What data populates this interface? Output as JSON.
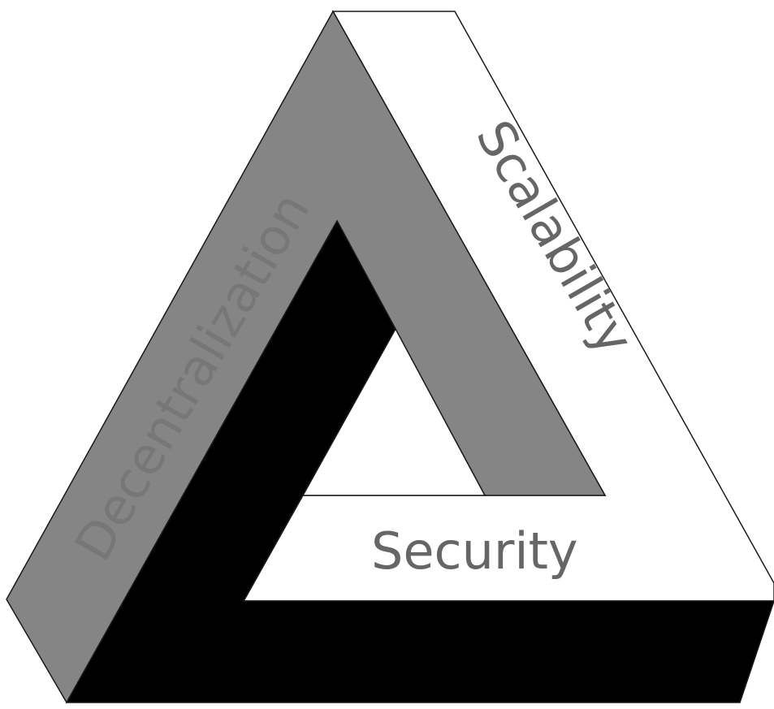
{
  "title": "",
  "labels": {
    "decentralization": "Decentralization",
    "scalability": "Scalability",
    "security": "Security"
  },
  "colors": {
    "white_face": "#ffffff",
    "gray_face": "#858585",
    "black_face": "#000000",
    "outline": "#1a1a1a",
    "label_text": "#666666",
    "gray_label_text": "#777777"
  }
}
